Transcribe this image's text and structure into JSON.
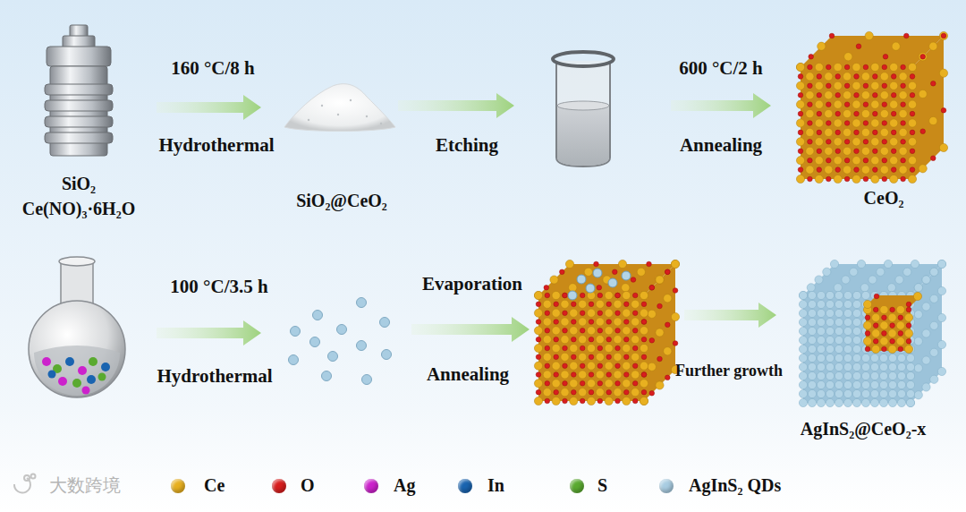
{
  "diagram": {
    "labels": [
      "160 °C/8 h",
      "Hydrothermal",
      "SiO₂",
      "Ce(NO)₃·6H₂O",
      "SiO₂@CeO₂",
      "Etching",
      "600 °C/2 h",
      "Annealing",
      "CeO₂",
      "100 °C/3.5 h",
      "Hydrothermal",
      "Evaporation",
      "Annealing",
      "Further growth",
      "AgInS₂@CeO₂-x",
      "大数跨境"
    ],
    "legend": [
      {
        "text": "Ce",
        "color": "#e8b020"
      },
      {
        "text": "O",
        "color": "#d81e1e"
      },
      {
        "text": "Ag",
        "color": "#cc22cc"
      },
      {
        "text": "In",
        "color": "#1a64b0"
      },
      {
        "text": "S",
        "color": "#5aaa30"
      },
      {
        "text": "AgInS₂ QDs",
        "color": "#a9cde2"
      }
    ]
  }
}
